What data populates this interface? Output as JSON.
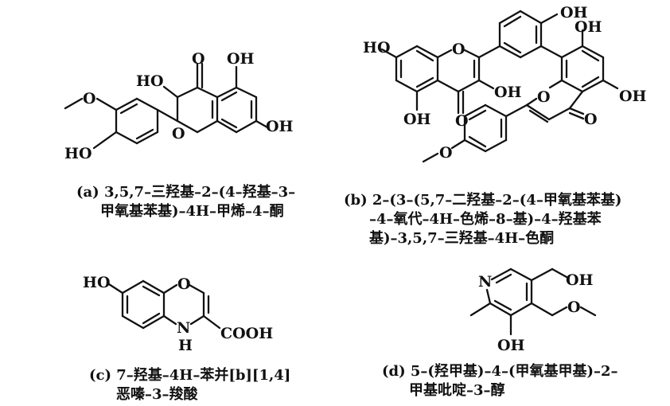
{
  "atoms": {
    "O": "O",
    "OH": "OH",
    "HO": "HO",
    "N": "N",
    "H": "H",
    "COOH": "COOH"
  },
  "captions": {
    "a": [
      "(a) 3,5,7–三羟基–2–(4–羟基–3–",
      "甲氧基苯基)–4H–甲烯–4–酮"
    ],
    "b": [
      "(b) 2–(3–(5,7–二羟基–2–(4–甲氧基苯基)",
      "–4–氧代–4H–色烯–8–基)–4–羟基苯",
      "基)–3,5,7–三羟基–4H–色酮"
    ],
    "c": [
      "(c) 7–羟基–4H–苯并[b][1,4]",
      "恶嗪–3–羧酸"
    ],
    "d": [
      "(d) 5–(羟甲基)–4–(甲氧基甲基)–2–",
      "甲基吡啶–3–醇"
    ]
  }
}
